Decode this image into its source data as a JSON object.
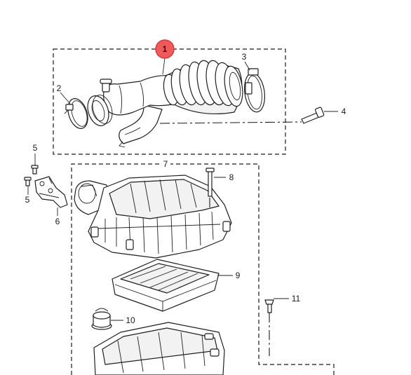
{
  "callouts": {
    "c1": "1",
    "c2": "2",
    "c3": "3",
    "c4": "4",
    "c5a": "5",
    "c5b": "5",
    "c6": "6",
    "c7": "7",
    "c8": "8",
    "c9": "9",
    "c10": "10",
    "c11": "11"
  },
  "colors": {
    "highlight_fill": "#f05a5a",
    "highlight_stroke": "#d93a3a",
    "line": "#1f1f1f",
    "background": "#ffffff"
  }
}
